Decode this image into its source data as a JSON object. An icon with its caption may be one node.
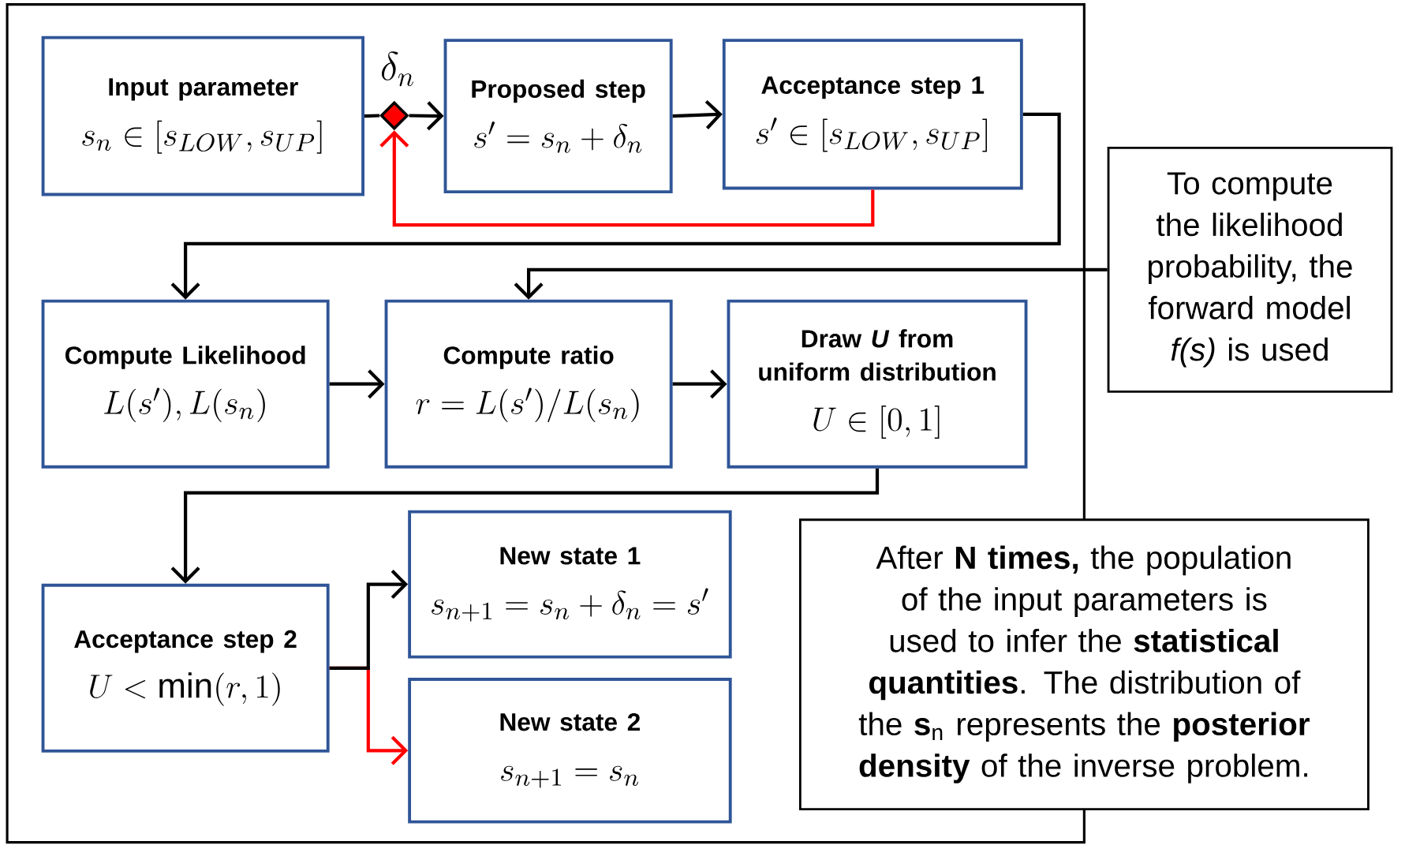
{
  "diagram": {
    "nodes": [
      {
        "text": [],
        "shape": "box"
      },
      {
        "text": [
          "Input parameter",
          "s_n \\in [s_{LOW}, s_{UP}]"
        ],
        "in": 0
      },
      {
        "text": [],
        "shape": "diamond",
        "beside": [
          "\\delta_n"
        ],
        "in": 0
      },
      {
        "text": [
          "Proposed step",
          "s' = s_n + \\delta_n"
        ],
        "in": 0
      },
      {
        "text": [
          "Acceptance step 1",
          "s' \\in [s_{LOW}, s_{UP}]"
        ],
        "in": 0
      },
      {
        "text": [
          "Compute Likelihood",
          "L(s'), L(s_n)"
        ],
        "in": 0
      },
      {
        "text": [
          "Compute ratio",
          "r = L(s') / L(s_n)"
        ],
        "in": 0
      },
      {
        "text": [
          "Draw *U* from uniform distribution",
          "U \\in [0,1]"
        ],
        "in": 0
      },
      {
        "text": [
          "Acceptance step 2",
          "U < \\min(r,1)"
        ],
        "in": 0
      },
      {
        "text": [
          "New state 1",
          "s_{n+1} = s_n + \\delta_n = s'"
        ],
        "in": 0
      },
      {
        "text": [
          "New state 2",
          "s_{n+1} = s_n"
        ],
        "in": 0
      },
      {
        "text": [
          "To compute the likelihood probability, the forward model *f(s)* is used"
        ]
      },
      {
        "text": [
          "After **N times,** the population of the input parameters is used to infer the **statistical quantities**. The distribution of the **s**$_{n}$ represents the **posterior density** of the inverse problem."
        ]
      }
    ],
    "edges": [
      {
        "from": 1,
        "to": 2,
        "arrow": "none"
      },
      {
        "from": 2,
        "to": 3,
        "arrow": "to"
      },
      {
        "from": 3,
        "to": 4,
        "arrow": "to"
      },
      {
        "from": 4,
        "to": 2,
        "arrow": "to",
        "color": "#ff0000"
      },
      {
        "from": 4,
        "to": 5,
        "arrow": "to"
      },
      {
        "from": 11,
        "to": 6,
        "arrow": "to"
      },
      {
        "from": 5,
        "to": 6,
        "arrow": "to"
      },
      {
        "from": 6,
        "to": 7,
        "arrow": "to"
      },
      {
        "from": 7,
        "to": 8,
        "arrow": "to"
      },
      {
        "from": 8,
        "to": 9,
        "arrow": "to"
      },
      {
        "from": 8,
        "to": 10,
        "arrow": "to",
        "color": "#ff0000"
      }
    ]
  }
}
